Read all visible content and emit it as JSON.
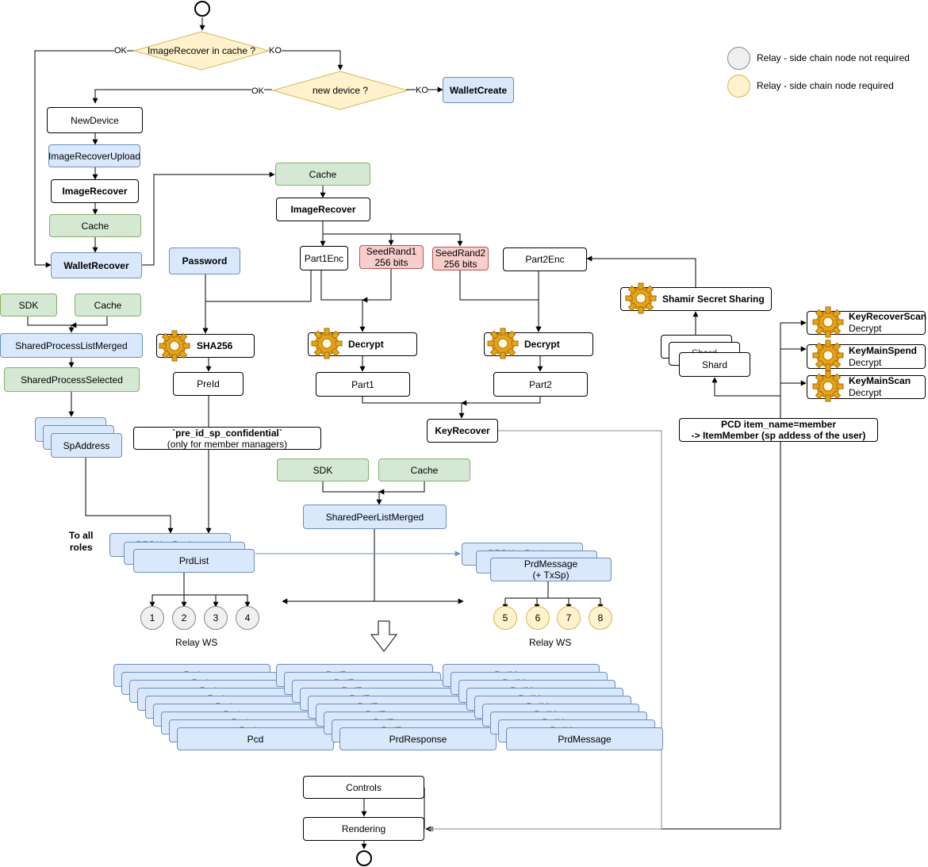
{
  "decisions": {
    "image_recover_in_cache": "ImageRecover in cache ?",
    "new_device": "new device ?",
    "ok": "OK",
    "ko": "KO"
  },
  "nodes": {
    "wallet_create": "WalletCreate",
    "new_device": "NewDevice",
    "image_recover_upload": "ImageRecoverUpload",
    "image_recover_left": "ImageRecover",
    "cache_left": "Cache",
    "wallet_recover": "WalletRecover",
    "cache_top": "Cache",
    "image_recover_main": "ImageRecover",
    "part1enc": "Part1Enc",
    "seedrand1_line1": "SeedRand1",
    "seedrand1_line2": "256 bits",
    "seedrand2_line1": "SeedRand2",
    "seedrand2_line2": "256 bits",
    "part2enc": "Part2Enc",
    "password": "Password",
    "sha256": "SHA256",
    "decrypt1": "Decrypt",
    "decrypt2": "Decrypt",
    "shamir": "Shamir Secret Sharing",
    "shard_back1": "Shard",
    "shard": "Shard",
    "preid": "PreId",
    "part1": "Part1",
    "part2": "Part2",
    "key_recover": "KeyRecover",
    "pre_id_line1": "`pre_id_sp_confidential`",
    "pre_id_line2": "(only for member managers)",
    "sdk_left": "SDK",
    "cache_left2": "Cache",
    "shared_process_list_merged": "SharedProcessListMerged",
    "shared_process_selected": "SharedProcessSelected",
    "sp_address": "SpAddress",
    "sdk_mid": "SDK",
    "cache_mid": "Cache",
    "shared_peer_list_merged": "SharedPeerListMerged",
    "to_all_roles_line1": "To all",
    "to_all_roles_line2": "roles",
    "prd_back1": "PRDKeyBackup",
    "prd_back2": "PRDKeyBackup",
    "prd_list": "PrdList",
    "prd_msg_back1": "PRDKeyBackup",
    "prd_msg_back2": "PRDMessage",
    "prd_message_line1": "PrdMessage",
    "prd_message_line2": "(+ TxSp)",
    "relay_ws_left": "Relay WS",
    "relay_ws_right": "Relay WS",
    "pcd": "Pcd",
    "prd_response": "PrdResponse",
    "prd_message_bottom": "PrdMessage",
    "controls": "Controls",
    "rendering": "Rendering",
    "pcd_item_line1": "PCD item_name=member",
    "pcd_item_line2": "-> ItemMember (sp addess of the user)"
  },
  "keys": [
    {
      "name": "KeyRecoverScan",
      "sub": "Decrypt"
    },
    {
      "name": "KeyMainSpend",
      "sub": "Decrypt"
    },
    {
      "name": "KeyMainScan",
      "sub": "Decrypt"
    }
  ],
  "relays_left": [
    "1",
    "2",
    "3",
    "4"
  ],
  "relays_right": [
    "5",
    "6",
    "7",
    "8"
  ],
  "stack_labels": {
    "pcd": "Pcd",
    "prd_response": "PrdResponse",
    "prd_message": "PrdMessage"
  },
  "legend": [
    {
      "label": "Relay - side chain node not required",
      "color": "#f0f0f0"
    },
    {
      "label": "Relay - side chain node required",
      "color": "#fff2cc"
    }
  ],
  "colors": {
    "blue_fill": "#dae8fc",
    "green_fill": "#d5e8d4",
    "red_fill": "#f8cecc",
    "yellow_fill": "#fff2cc",
    "gear": "#e8a317"
  },
  "icons": {
    "process": "gear-icon",
    "start": "start-circle-icon",
    "end": "end-circle-icon"
  }
}
